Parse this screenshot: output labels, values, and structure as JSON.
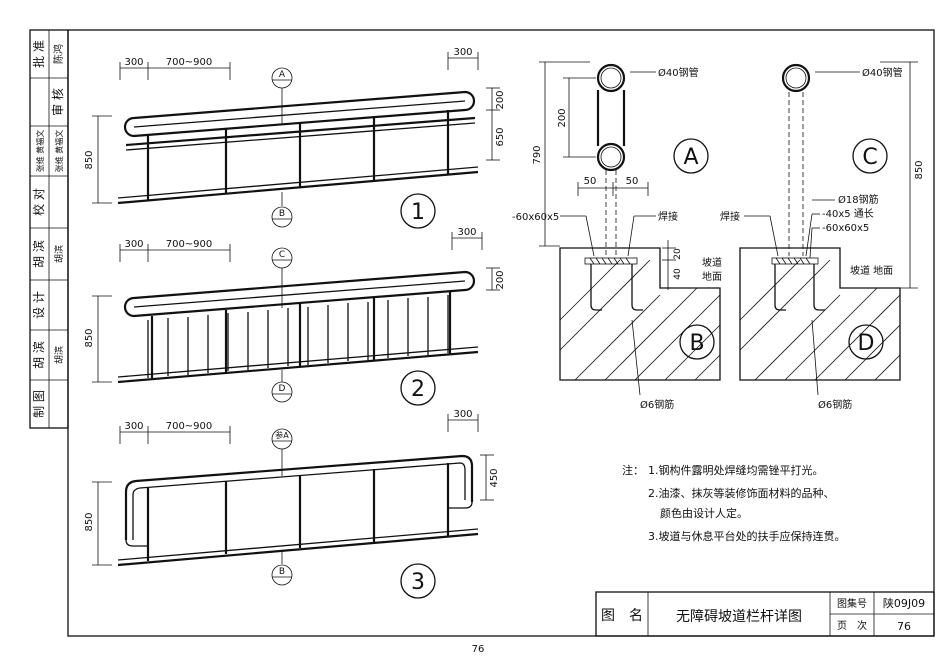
{
  "side_block": {
    "rows": [
      {
        "label": "批 准",
        "sig": "陈鸿"
      },
      {
        "label": "审 核",
        "sig": ""
      },
      {
        "label": "张维 黄福文",
        "sig": "张维 黄福文"
      },
      {
        "label": "校 对",
        "sig": ""
      },
      {
        "label": "胡 滨",
        "sig": "胡滨"
      },
      {
        "label": "设 计",
        "sig": ""
      },
      {
        "label": "胡 滨",
        "sig": "胡滨"
      },
      {
        "label": "制 图",
        "sig": ""
      }
    ]
  },
  "railings": [
    {
      "num": "1",
      "dim_top_a": "300",
      "dim_top_b": "700~900",
      "dim_top_right": "300",
      "dim_left": "850",
      "dim_right_a": "200",
      "dim_right_b": "650",
      "tag_top": "A",
      "tag_bottom": "B"
    },
    {
      "num": "2",
      "dim_top_a": "300",
      "dim_top_b": "700~900",
      "dim_top_right": "300",
      "dim_left": "850",
      "dim_right_a": "200",
      "tag_top": "C",
      "tag_bottom": "D"
    },
    {
      "num": "3",
      "dim_top_a": "300",
      "dim_top_b": "700~900",
      "dim_top_right": "300",
      "dim_left": "850",
      "dim_right_a": "450",
      "tag_top": "参A",
      "tag_bottom": "B"
    }
  ],
  "details": {
    "A": {
      "letter": "A",
      "pipe": "Ø40钢管",
      "dim_200": "200",
      "dim_790": "790"
    },
    "C": {
      "letter": "C",
      "pipe": "Ø40钢管",
      "rebar": "Ø18钢筋",
      "dim_850": "850"
    },
    "B": {
      "letter": "B",
      "dim_50a": "50",
      "dim_50b": "50",
      "plate": "-60x60x5",
      "weld": "焊接",
      "dim_20": "20",
      "dim_40": "40",
      "ground": "坡道\n地面",
      "ground1": "坡道",
      "ground2": "地面",
      "rebar6": "Ø6钢筋"
    },
    "D": {
      "letter": "D",
      "weld": "焊接",
      "flat": "-40x5 通长",
      "plate": "-60x60x5",
      "ground": "坡道 地面",
      "rebar6": "Ø6钢筋"
    }
  },
  "notes": {
    "prefix": "注：",
    "lines": [
      "1.钢构件露明处焊缝均需锉平打光。",
      "2.油漆、抹灰等装修饰面材料的品种、",
      "颜色由设计人定。",
      "3.坡道与休息平台处的扶手应保持连贯。"
    ]
  },
  "title_block": {
    "label_name": "图　名",
    "title": "无障碍坡道栏杆详图",
    "set_label": "图集号",
    "set_value": "陕09J09",
    "page_label": "页　次",
    "page_value": "76"
  },
  "footer_page": "76"
}
